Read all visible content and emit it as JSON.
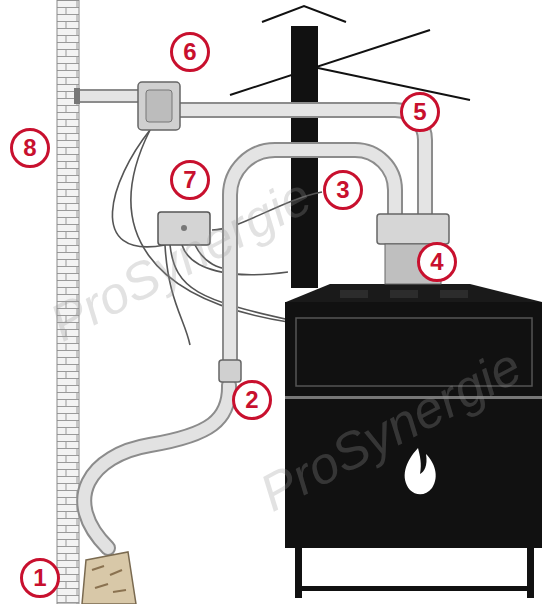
{
  "diagram": {
    "labels": [
      "6",
      "8",
      "5",
      "7",
      "3",
      "4",
      "2",
      "1",
      "ProSynergie",
      "ProSynergie"
    ]
  }
}
